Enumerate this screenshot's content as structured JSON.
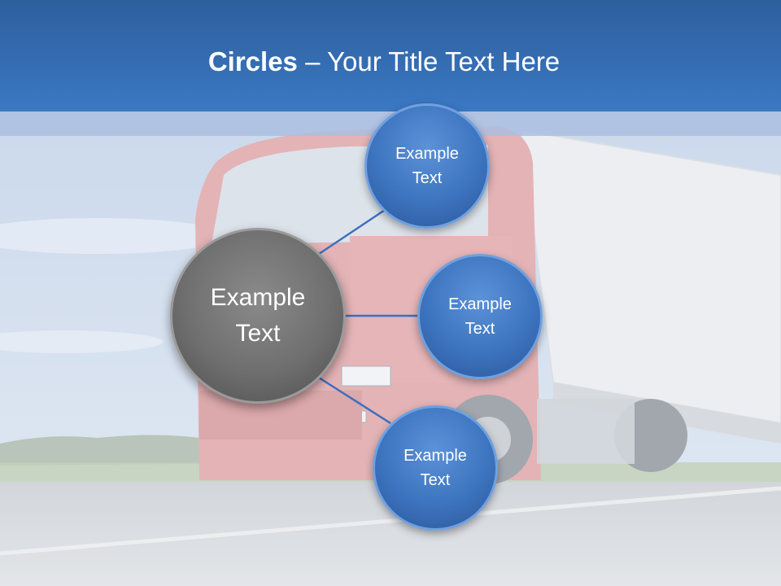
{
  "title": {
    "bold": "Circles",
    "rest": " – Your Title Text Here"
  },
  "center_circle": {
    "label": "Example\nText",
    "color": "#6f6f6f"
  },
  "outer_circles": [
    {
      "label": "Example\nText"
    },
    {
      "label": "Example\nText"
    },
    {
      "label": "Example\nText"
    }
  ],
  "colors": {
    "header": "#3b78c3",
    "circle_blue": "#3d74bf",
    "connector": "#3c6fbf"
  }
}
